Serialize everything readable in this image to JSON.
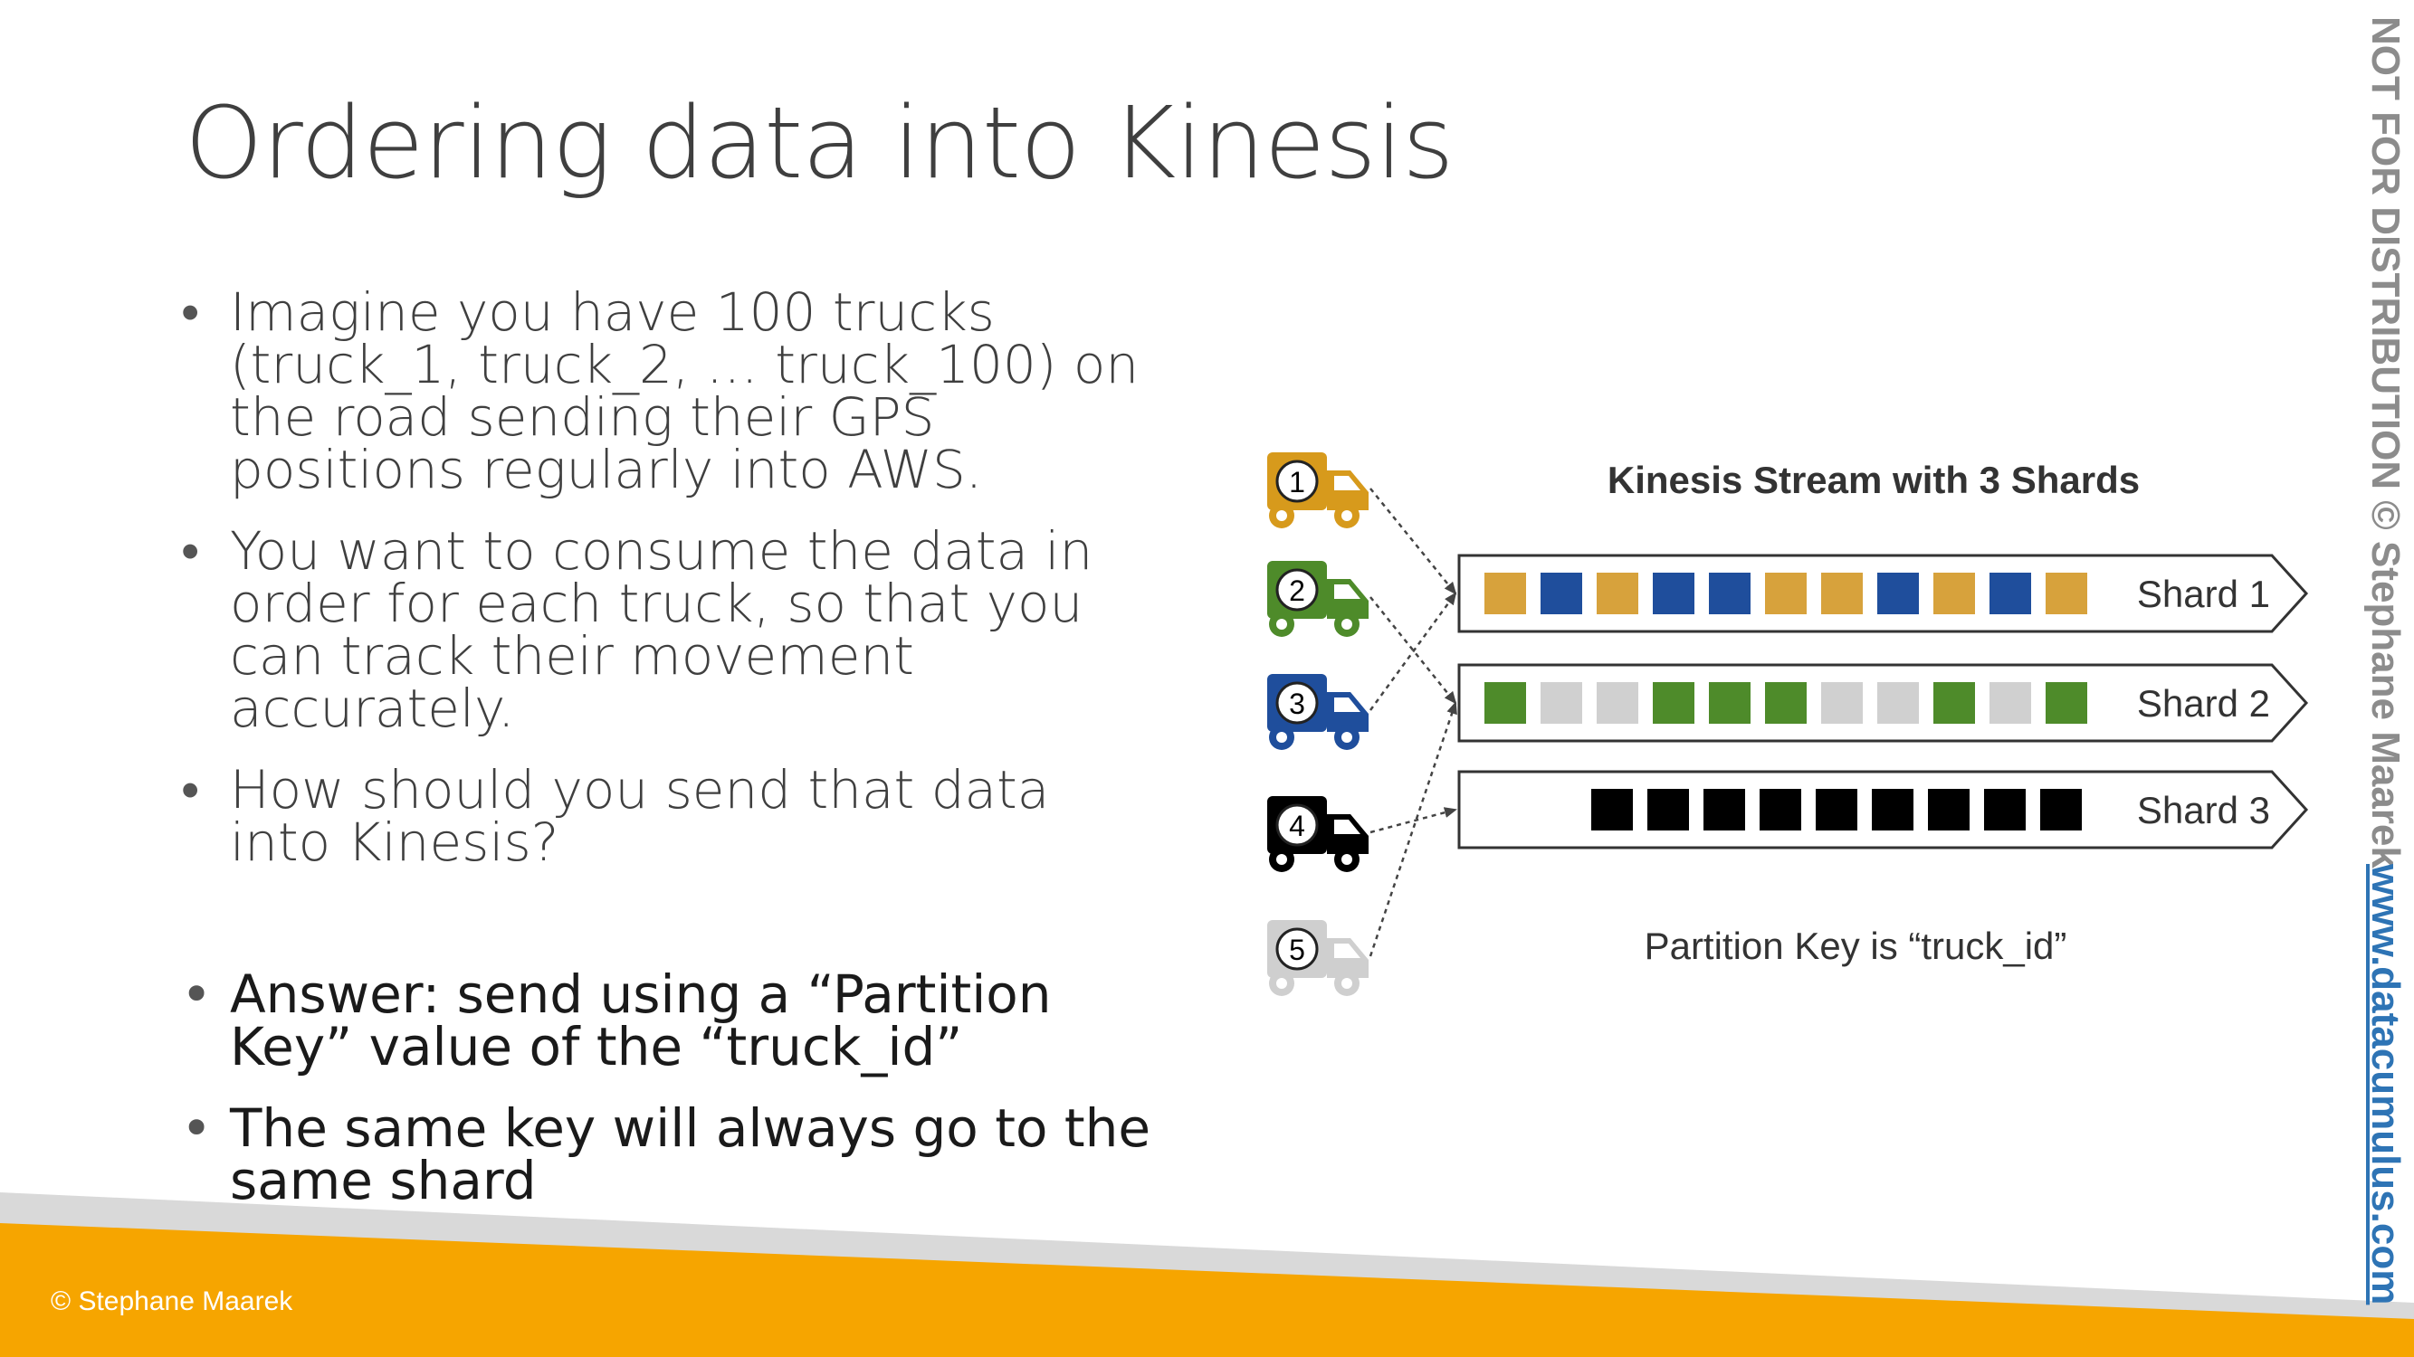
{
  "slide": {
    "title": "Ordering data into Kinesis",
    "bullets": [
      {
        "text": "Imagine you have 100 trucks (truck_1, truck_2, … truck_100) on the road sending their GPS positions regularly into AWS.",
        "style": "normal"
      },
      {
        "text": "You want to consume the data in order for each truck, so that you can track their movement accurately.",
        "style": "normal"
      },
      {
        "text": "How should you send that data into Kinesis?",
        "style": "normal"
      },
      {
        "text": "Answer: send using a “Partition Key” value of the “truck_id”",
        "style": "strong"
      },
      {
        "text": "The same key will always go to the same shard",
        "style": "strong"
      }
    ],
    "footer": "© Stephane Maarek",
    "watermark": "NOT FOR DISTRIBUTION © Stephane Maarek",
    "watermark_link": "www.datacumulus.com"
  },
  "diagram": {
    "stream_title": "Kinesis Stream with 3 Shards",
    "partition_note": "Partition Key is “truck_id”",
    "colors": {
      "gold": "#d7a23c",
      "blue": "#1f4e9c",
      "green": "#4e8b2a",
      "black": "#000000",
      "gray": "#d0d0d0",
      "accent_orange": "#f6a500"
    },
    "trucks": [
      {
        "label": "1",
        "color": "#d79a1c"
      },
      {
        "label": "2",
        "color": "#4e8b2a"
      },
      {
        "label": "3",
        "color": "#1f4e9c"
      },
      {
        "label": "4",
        "color": "#000000"
      },
      {
        "label": "5",
        "color": "#cfcfcf"
      }
    ],
    "shards": [
      {
        "name": "Shard 1",
        "records": [
          "gold",
          "blue",
          "gold",
          "blue",
          "blue",
          "gold",
          "gold",
          "blue",
          "gold",
          "blue",
          "gold"
        ]
      },
      {
        "name": "Shard 2",
        "records": [
          "green",
          "gray",
          "gray",
          "green",
          "green",
          "green",
          "gray",
          "gray",
          "green",
          "gray",
          "green"
        ]
      },
      {
        "name": "Shard 3",
        "records": [
          "black",
          "black",
          "black",
          "black",
          "black",
          "black",
          "black",
          "black",
          "black"
        ]
      }
    ],
    "routes": [
      {
        "truck": 0,
        "shard": 0
      },
      {
        "truck": 1,
        "shard": 1
      },
      {
        "truck": 2,
        "shard": 0
      },
      {
        "truck": 3,
        "shard": 2
      },
      {
        "truck": 4,
        "shard": 1
      }
    ]
  }
}
